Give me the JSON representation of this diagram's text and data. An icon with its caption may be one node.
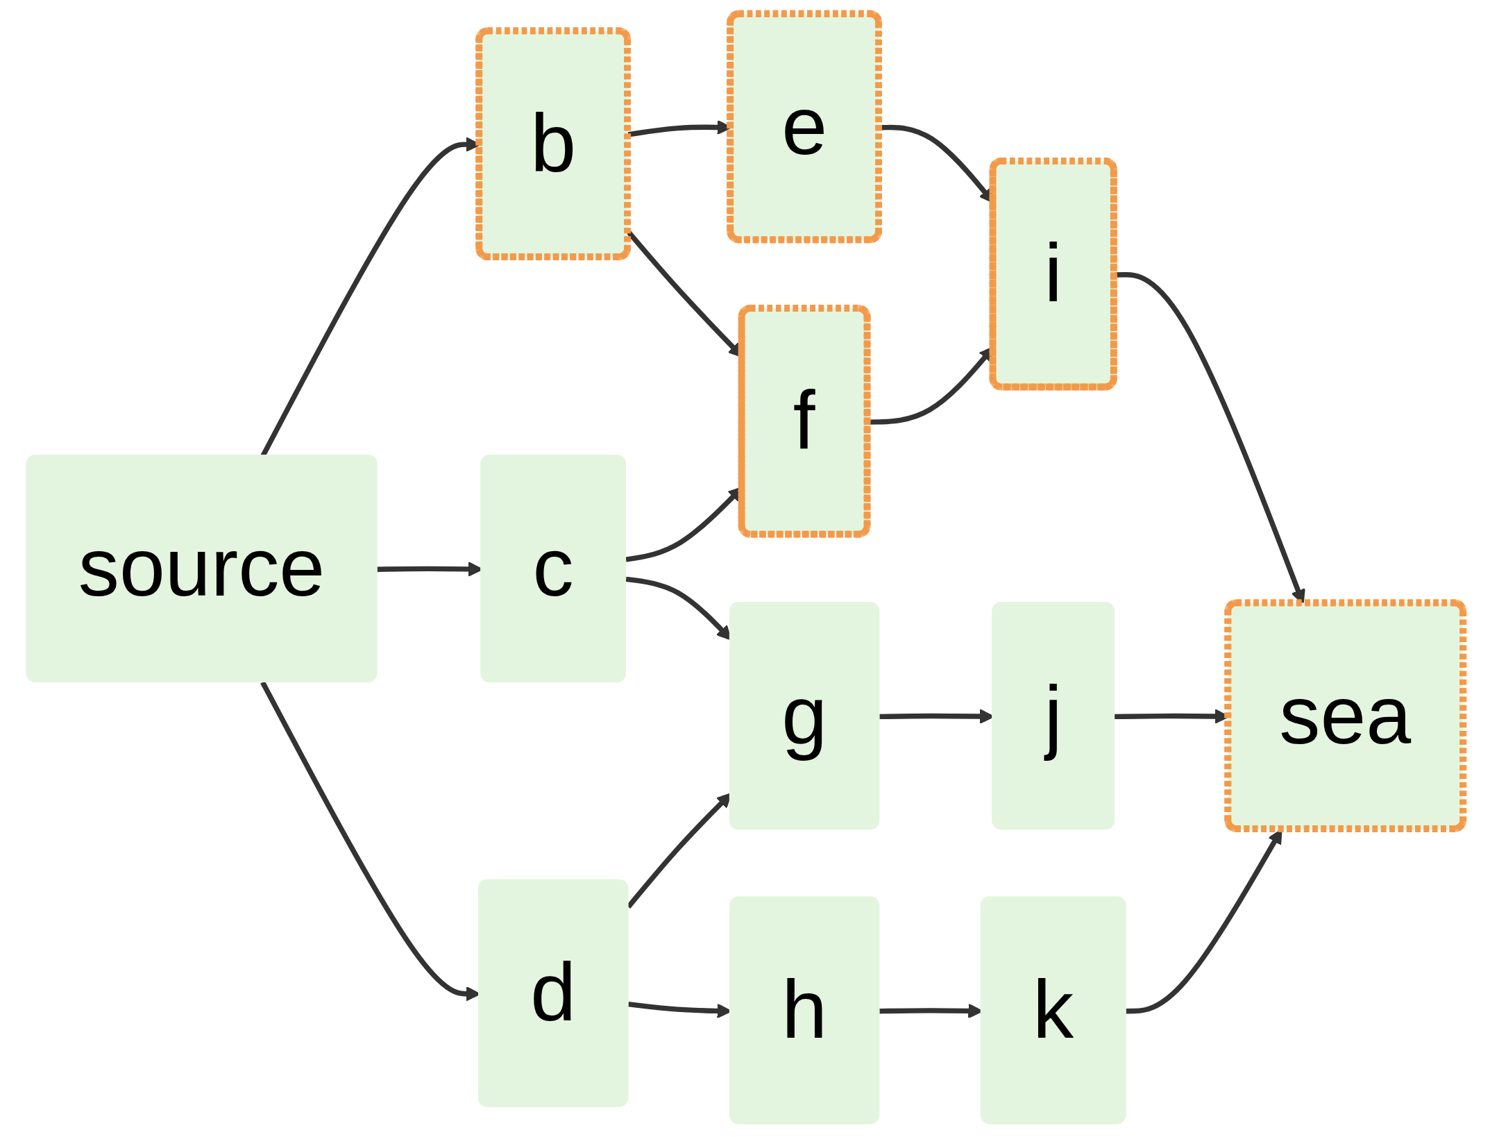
{
  "diagram": {
    "nodes": [
      {
        "text": [
          "source"
        ]
      },
      {
        "text": [
          "b"
        ]
      },
      {
        "text": [
          "c"
        ]
      },
      {
        "text": [
          "d"
        ]
      },
      {
        "text": [
          "e"
        ]
      },
      {
        "text": [
          "f"
        ]
      },
      {
        "text": [
          "g"
        ]
      },
      {
        "text": [
          "h"
        ]
      },
      {
        "text": [
          "i"
        ]
      },
      {
        "text": [
          "j"
        ]
      },
      {
        "text": [
          "k"
        ]
      },
      {
        "text": [
          "sea"
        ]
      }
    ],
    "edges": [
      {
        "from": 0,
        "to": 1,
        "arrow": "to"
      },
      {
        "from": 0,
        "to": 2,
        "arrow": "to"
      },
      {
        "from": 0,
        "to": 3,
        "arrow": "to"
      },
      {
        "from": 1,
        "to": 4,
        "arrow": "to"
      },
      {
        "from": 1,
        "to": 5,
        "arrow": "to"
      },
      {
        "from": 2,
        "to": 5,
        "arrow": "to"
      },
      {
        "from": 2,
        "to": 6,
        "arrow": "to"
      },
      {
        "from": 3,
        "to": 6,
        "arrow": "to"
      },
      {
        "from": 3,
        "to": 7,
        "arrow": "to"
      },
      {
        "from": 4,
        "to": 8,
        "arrow": "to"
      },
      {
        "from": 5,
        "to": 8,
        "arrow": "to"
      },
      {
        "from": 6,
        "to": 9,
        "arrow": "to"
      },
      {
        "from": 7,
        "to": 10,
        "arrow": "to"
      },
      {
        "from": 8,
        "to": 11,
        "arrow": "to"
      },
      {
        "from": 9,
        "to": 11,
        "arrow": "to"
      },
      {
        "from": 10,
        "to": 11,
        "arrow": "to"
      }
    ]
  }
}
